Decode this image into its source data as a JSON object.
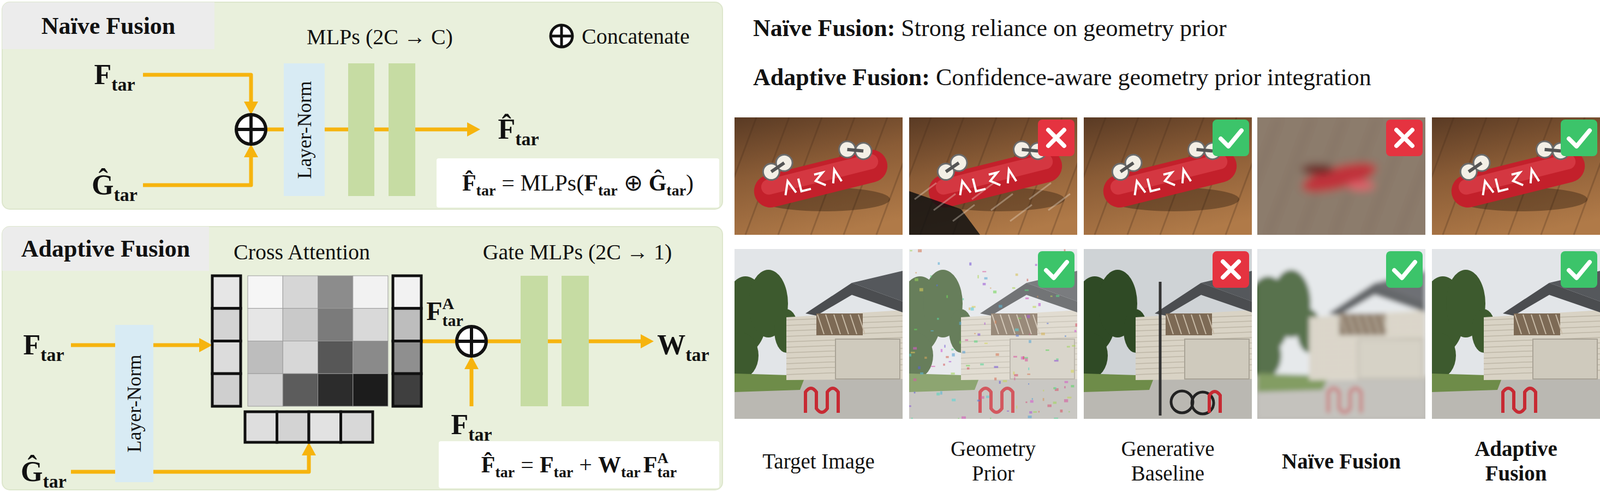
{
  "diagram": {
    "nodes": [
      {
        "text": [
          "Naïve Fusion"
        ]
      },
      {
        "text": [
          "Layer-Norm"
        ],
        "in": 0
      },
      {
        "text": [
          "F̂",
          "tar",
          "= MLPs(",
          "F",
          "tar",
          "⊕",
          "Ĝ",
          "tar",
          ")"
        ],
        "in": 0
      },
      {
        "text": [
          "Adaptive Fusion"
        ]
      },
      {
        "text": [
          "Layer-Norm"
        ],
        "in": 3
      },
      {
        "text": [
          "F̂",
          "tar",
          "=",
          "F",
          "tar",
          "+",
          "W",
          "tar",
          "F",
          "A",
          "tar"
        ],
        "in": 3
      }
    ],
    "labels": [
      "MLPs (2C → C)",
      "F",
      "tar",
      "Ĝ",
      "tar",
      "F̂",
      "tar",
      "Cross Attention",
      "Gate MLPs (2C → 1)",
      "F",
      "tar",
      "Ĝ",
      "tar",
      "F",
      "A",
      "tar",
      "F",
      "tar",
      "W",
      "tar",
      "Naïve Fusion:",
      "Strong reliance on geometry prior",
      "Adaptive Fusion:",
      "Confidence-aware geometry prior integration",
      "Target Image",
      "Geometry Prior",
      "Generative Baseline",
      "Naïve Fusion",
      "Adaptive Fusion"
    ],
    "legend": [
      {
        "text": "Concatenate"
      }
    ]
  }
}
